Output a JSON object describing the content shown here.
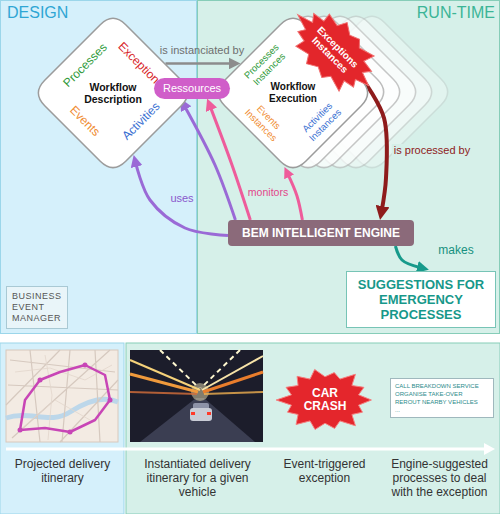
{
  "diagram": {
    "nodes": [
      {
        "text": [
          "DESIGN"
        ]
      },
      {
        "text": [
          "Workflow Description",
          "Processes",
          "Exceptions",
          "Events",
          "Activities"
        ],
        "in": 0
      },
      {
        "text": [
          "Ressources"
        ]
      },
      {
        "text": [
          "RUN-TIME"
        ]
      },
      {
        "text": [
          "Workflow Execution",
          "Processes Instances",
          "Events Instances",
          "Activities Instances"
        ],
        "in": 3
      },
      {
        "text": [
          "Exceptions Instances"
        ],
        "in": 4
      },
      {
        "text": [
          "BEM INTELLIGENT ENGINE"
        ],
        "in": 3
      },
      {
        "text": [
          "SUGGESTIONS FOR EMERGENCY PROCESSES"
        ],
        "in": 3
      },
      {
        "text": [
          "BUSINESS EVENT MANAGER"
        ],
        "in": 0
      },
      {
        "text": [
          "CAR CRASH"
        ]
      },
      {
        "text": [
          "CALL BREAKDOWN SERVICE",
          "ORGANISE TAKE-OVER",
          "REROUT NEARBY VEHICLES",
          "..."
        ]
      }
    ],
    "edges": [
      {
        "from": 1,
        "to": 4,
        "label": "is instanciated by",
        "arrow": "to"
      },
      {
        "from": 6,
        "to": 1,
        "label": "uses",
        "arrow": "to"
      },
      {
        "from": 6,
        "to": 2,
        "arrow": "to"
      },
      {
        "from": 6,
        "to": 2,
        "arrow": "to"
      },
      {
        "from": 6,
        "to": 4,
        "label": "monitors",
        "arrow": "to"
      },
      {
        "from": 5,
        "to": 6,
        "label": "is processed by",
        "arrow": "to"
      },
      {
        "from": 6,
        "to": 7,
        "label": "makes",
        "arrow": "to"
      }
    ],
    "labels": [
      "Projected delivery itinerary",
      "Instantiated delivery itinerary for a given vehicle",
      "Event-triggered exception",
      "Engine-suggested processes to deal with the exception"
    ]
  }
}
